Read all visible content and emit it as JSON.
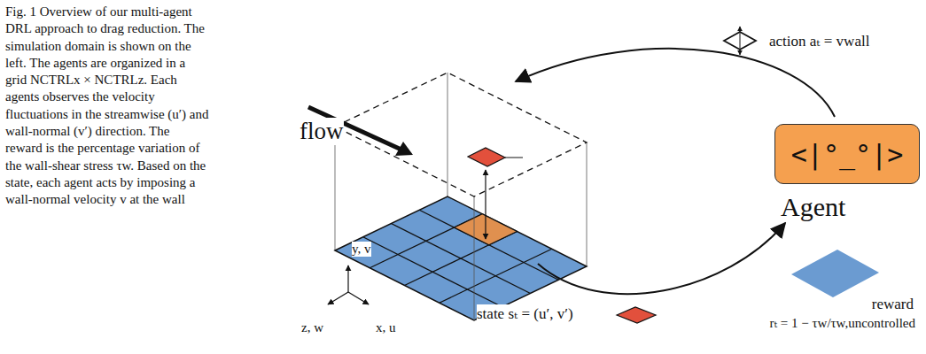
{
  "diagram": {
    "caption": "Fig. 1 Overview of our multi-agent DRL approach to drag reduction. The simulation domain is shown on the left. The agents are organized in a grid NCTRLx × NCTRLz. Each agents observes the velocity fluctuations in the streamwise (u′) and wall-normal (v′) direction. The reward is the percentage variation of the wall-shear stress τw. Based on the state, each agent acts by imposing a wall-normal velocity v at the wall",
    "nodes": [
      {
        "text": [
          "<|°_°|>",
          "Agent"
        ]
      }
    ],
    "labels": [
      "flow",
      "y, v",
      "z, w",
      "x, u",
      "action aₜ = vwall",
      "state sₜ = (u′, v′)",
      "reward",
      "rₜ = 1 − τw/τw,uncontrolled"
    ]
  }
}
